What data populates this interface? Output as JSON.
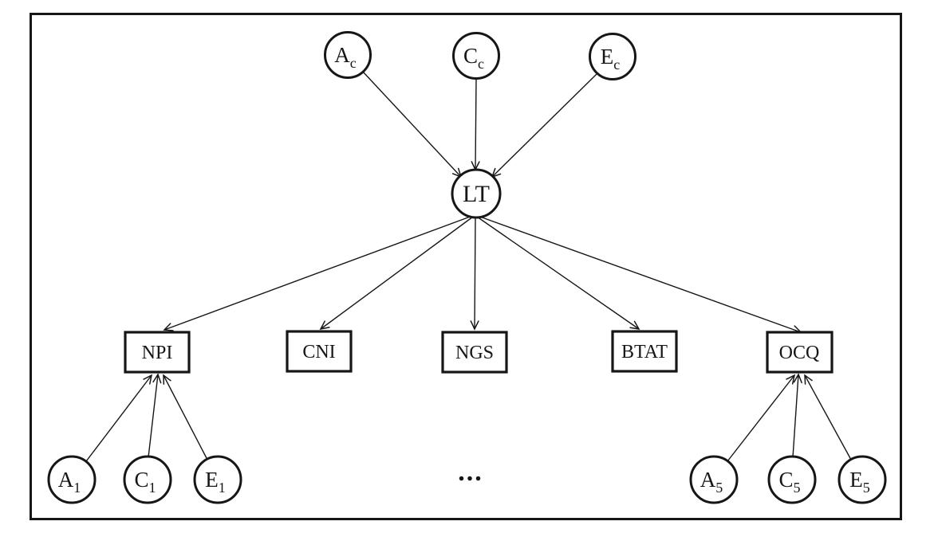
{
  "colors": {
    "ink": "#161616",
    "background": "#ffffff"
  },
  "diagram": {
    "top_factors": [
      {
        "main": "A",
        "sub": "c"
      },
      {
        "main": "C",
        "sub": "c"
      },
      {
        "main": "E",
        "sub": "c"
      }
    ],
    "latent": {
      "label": "LT"
    },
    "indicators": [
      {
        "label": "NPI"
      },
      {
        "label": "CNI"
      },
      {
        "label": "NGS"
      },
      {
        "label": "BTAT"
      },
      {
        "label": "OCQ"
      }
    ],
    "left_residuals": [
      {
        "main": "A",
        "sub": "1"
      },
      {
        "main": "C",
        "sub": "1"
      },
      {
        "main": "E",
        "sub": "1"
      }
    ],
    "right_residuals": [
      {
        "main": "A",
        "sub": "5"
      },
      {
        "main": "C",
        "sub": "5"
      },
      {
        "main": "E",
        "sub": "5"
      }
    ],
    "ellipsis": "..."
  }
}
